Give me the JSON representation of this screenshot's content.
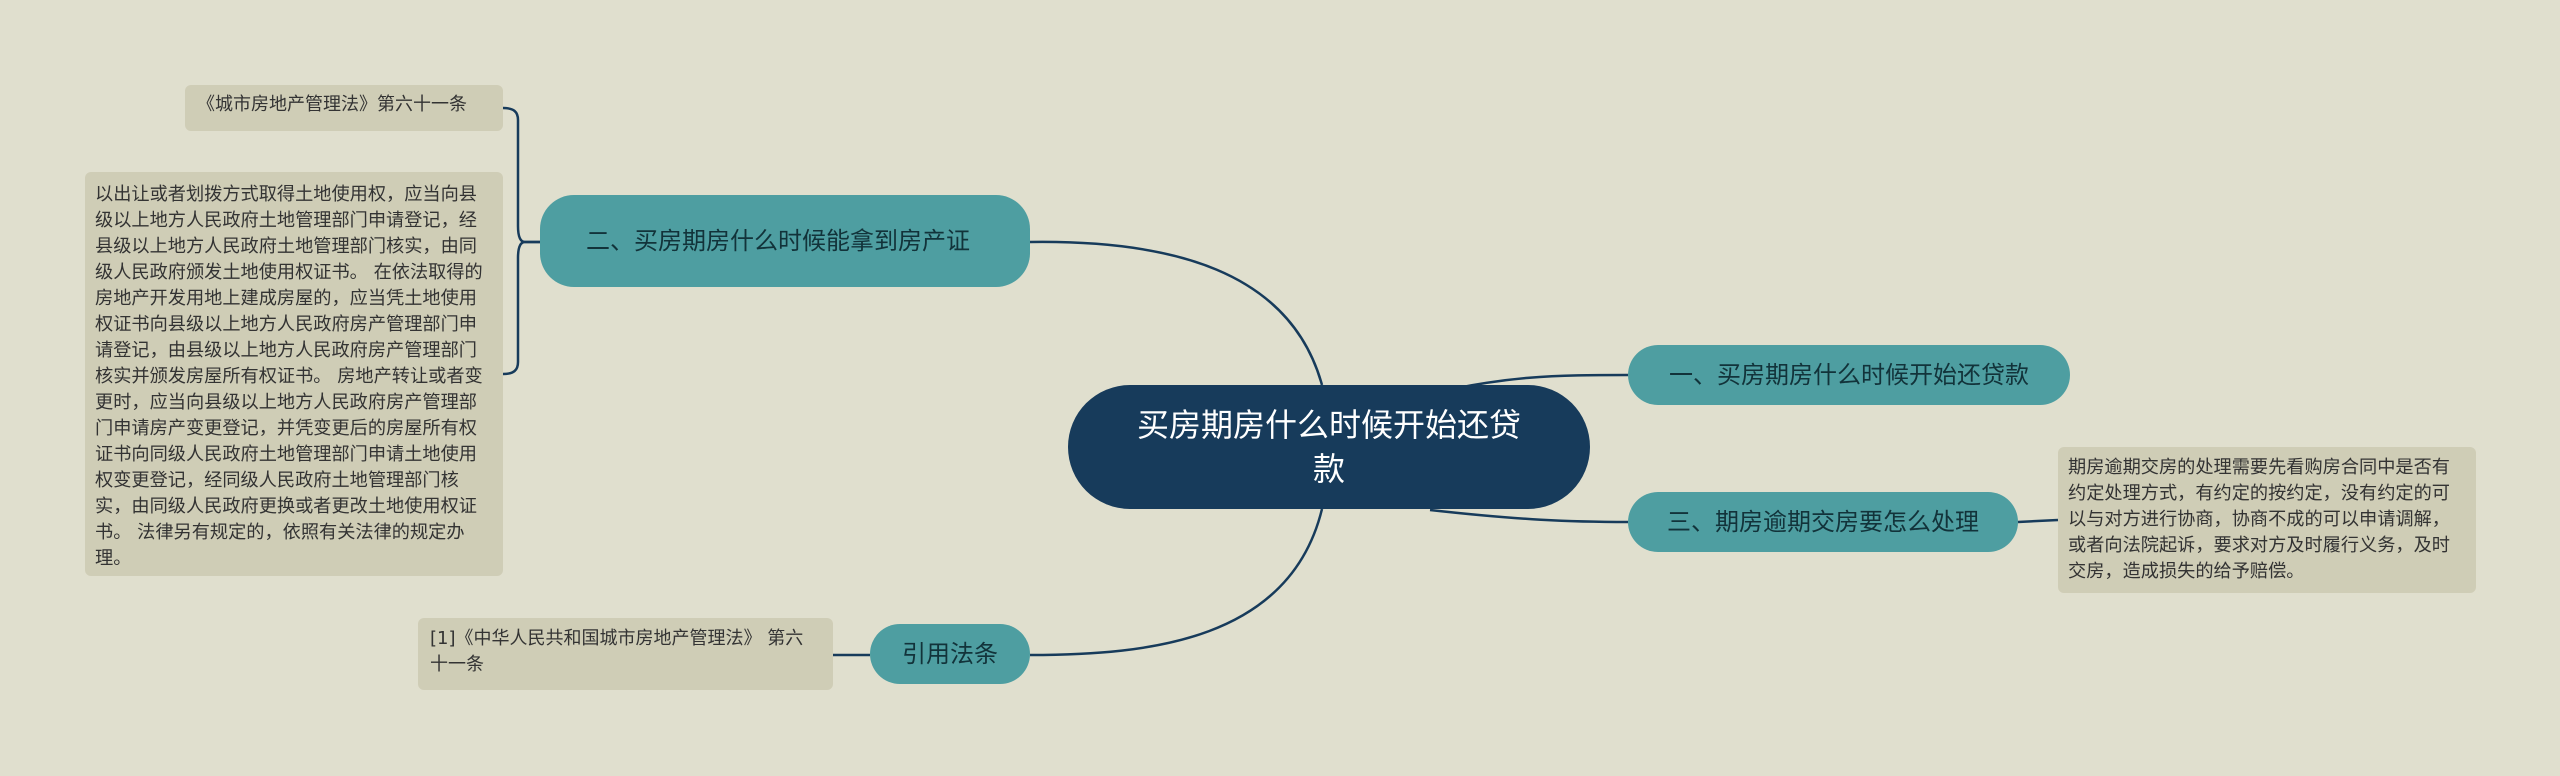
{
  "diagram": {
    "root": {
      "text": "买房期房什么时候开始还贷款"
    },
    "branches": [
      {
        "id": "b1",
        "text": "一、买房期房什么时候开始还贷款"
      },
      {
        "id": "b2",
        "text": "二、买房期房什么时候能拿到房产证"
      },
      {
        "id": "b3",
        "text": "三、期房逾期交房要怎么处理"
      },
      {
        "id": "b4",
        "text": "引用法条"
      }
    ],
    "leaves": [
      {
        "id": "l1",
        "parent": "b2",
        "text": "《城市房地产管理法》第六十一条"
      },
      {
        "id": "l2",
        "parent": "b2",
        "text": "以出让或者划拨方式取得土地使用权，应当向县级以上地方人民政府土地管理部门申请登记，经县级以上地方人民政府土地管理部门核实，由同级人民政府颁发土地使用权证书。 在依法取得的房地产开发用地上建成房屋的，应当凭土地使用权证书向县级以上地方人民政府房产管理部门申请登记，由县级以上地方人民政府房产管理部门核实并颁发房屋所有权证书。 房地产转让或者变更时，应当向县级以上地方人民政府房产管理部门申请房产变更登记，并凭变更后的房屋所有权证书向同级人民政府土地管理部门申请土地使用权变更登记，经同级人民政府土地管理部门核实，由同级人民政府更换或者更改土地使用权证书。 法律另有规定的，依照有关法律的规定办理。"
      },
      {
        "id": "l3",
        "parent": "b3",
        "text": "期房逾期交房的处理需要先看购房合同中是否有约定处理方式，有约定的按约定，没有约定的可以与对方进行协商，协商不成的可以申请调解，或者向法院起诉，要求对方及时履行义务，及时交房，造成损失的给予赔偿。"
      },
      {
        "id": "l4",
        "parent": "b4",
        "text": "[1]《中华人民共和国城市房地产管理法》 第六十一条"
      }
    ],
    "colors": {
      "background": "#e0dfce",
      "root": "#173b5b",
      "branch": "#4e9ea1",
      "leaf": "#cfcdb6",
      "link": "#173b5b"
    }
  }
}
